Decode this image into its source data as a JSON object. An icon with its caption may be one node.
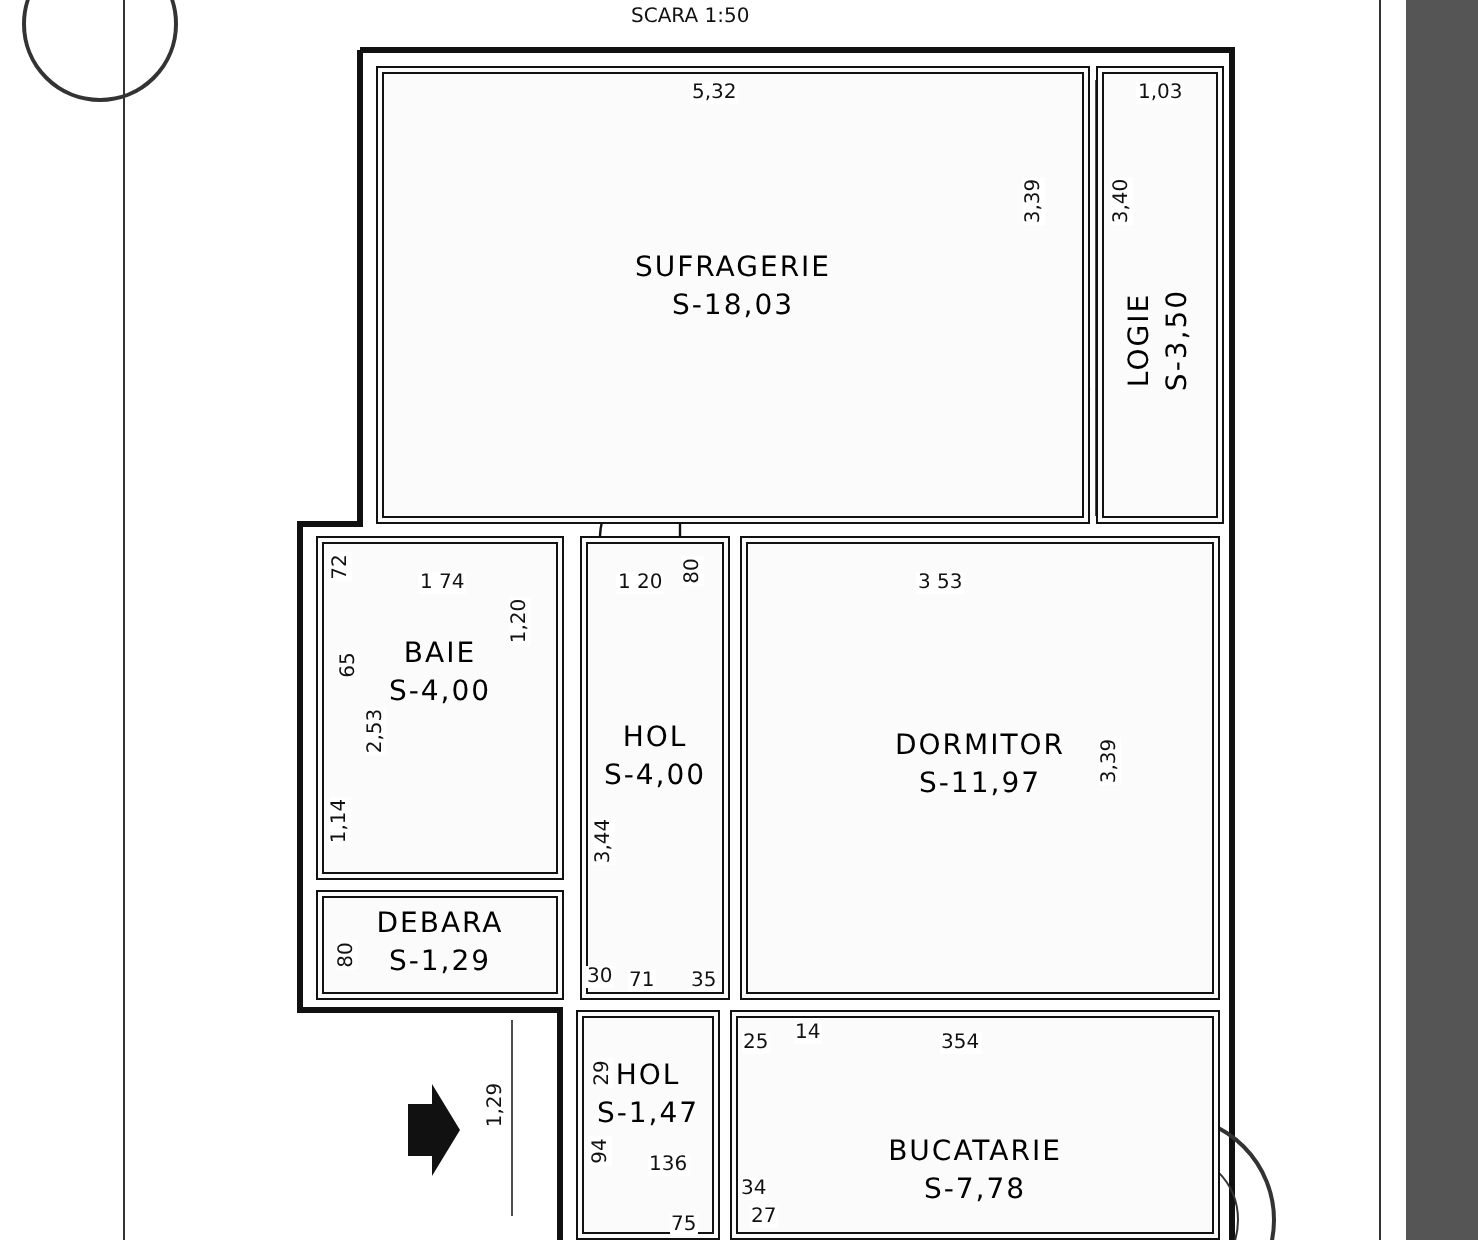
{
  "diagram": {
    "nodes": [
      {
        "text": [
          "SUFRAGERIE",
          "S-18,03"
        ]
      },
      {
        "text": [
          "LOGIE",
          "S-3,50"
        ]
      },
      {
        "text": [
          "BAIE",
          "S-4,00"
        ]
      },
      {
        "text": [
          "HOL",
          "S-4,00"
        ]
      },
      {
        "text": [
          "DORMITOR",
          "S-11,97"
        ]
      },
      {
        "text": [
          "DEBARA",
          "S-1,29"
        ]
      },
      {
        "text": [
          "HOL",
          "S-1,47"
        ]
      },
      {
        "text": [
          "BUCATARIE",
          "S-7,78"
        ]
      }
    ],
    "labels": [
      "SCARA 1:50",
      "5,32",
      "3,39",
      "3,40",
      "1,03",
      "72",
      "1 74",
      "1 20",
      "80",
      "3 53",
      "1,20",
      "65",
      "2,53",
      "1,14",
      "3,44",
      "3,39",
      "80",
      "30",
      "71",
      "35",
      "14",
      "25",
      "354",
      "29",
      "1,29",
      "94",
      "136",
      "34",
      "27",
      "75"
    ]
  }
}
